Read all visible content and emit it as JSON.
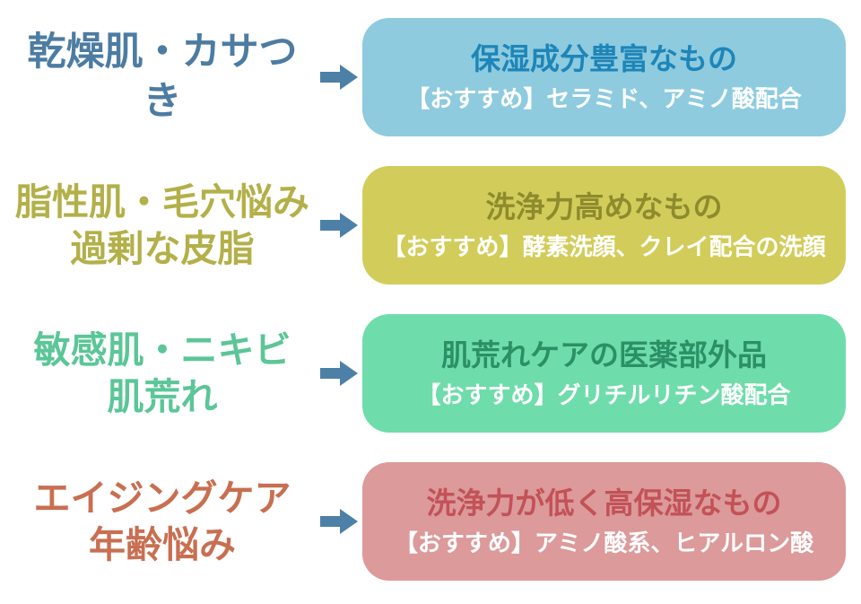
{
  "page": {
    "background": "#ffffff"
  },
  "arrow": {
    "icon": "arrow-right-icon",
    "color": "#4d80a6"
  },
  "rows": [
    {
      "id": "dry-skin",
      "label_line1": "乾燥肌・カサつき",
      "label_line2": "",
      "label_color": "#4d7ca2",
      "box": {
        "bg": "#8ecbdf",
        "title": "保湿成分豊富なもの",
        "title_color": "#1e85b8",
        "subtitle": "【おすすめ】セラミド、アミノ酸配合",
        "subtitle_color": "#ffffff"
      }
    },
    {
      "id": "oily-skin",
      "label_line1": "脂性肌・毛穴悩み",
      "label_line2": "過剰な皮脂",
      "label_color": "#b3b049",
      "box": {
        "bg": "#d2cd5a",
        "title": "洗浄力高めなもの",
        "title_color": "#8e8b2e",
        "subtitle": "【おすすめ】酵素洗顔、クレイ配合の洗顔",
        "subtitle_color": "#ffffff"
      }
    },
    {
      "id": "sensitive-skin",
      "label_line1": "敏感肌・ニキビ",
      "label_line2": "肌荒れ",
      "label_color": "#5bc697",
      "box": {
        "bg": "#6fdcab",
        "title": "肌荒れケアの医薬部外品",
        "title_color": "#2b9065",
        "subtitle": "【おすすめ】グリチルリチン酸配合",
        "subtitle_color": "#ffffff"
      }
    },
    {
      "id": "aging-care",
      "label_line1": "エイジングケア",
      "label_line2": "年齢悩み",
      "label_color": "#c86f52",
      "box": {
        "bg": "#dc9a9a",
        "title": "洗浄力が低く高保湿なもの",
        "title_color": "#c25258",
        "subtitle": "【おすすめ】アミノ酸系、ヒアルロン酸",
        "subtitle_color": "#ffffff"
      }
    }
  ]
}
